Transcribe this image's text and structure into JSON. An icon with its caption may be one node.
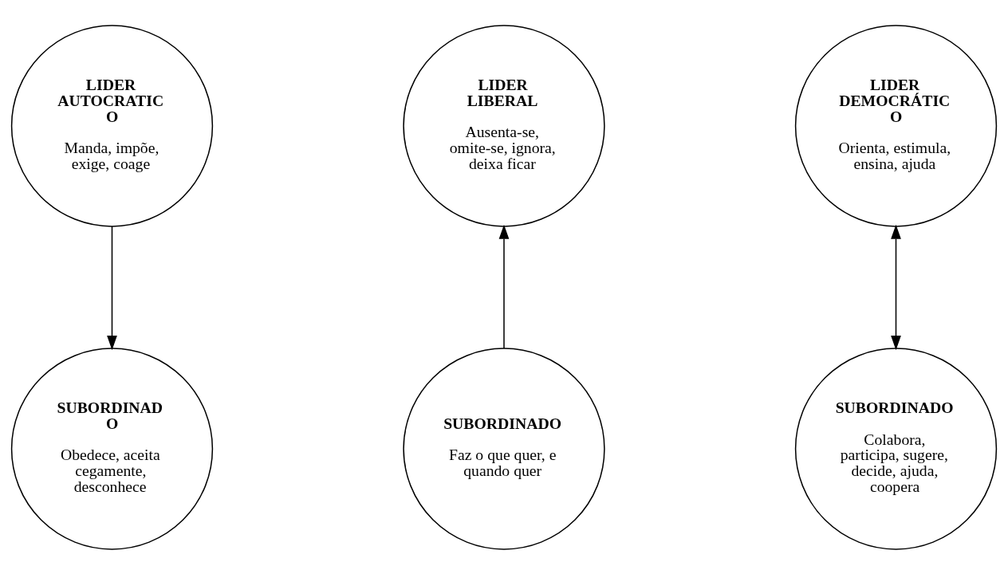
{
  "diagram": {
    "nodes": [
      {
        "text": [
          "LIDER AUTOCRATIC O",
          "Manda, impõe, exige, coage"
        ]
      },
      {
        "text": [
          "LIDER LIBERAL",
          "Ausenta-se, omite-se, ignora, deixa ficar"
        ]
      },
      {
        "text": [
          "LIDER DEMOCRÁTIC O",
          "Orienta, estimula, ensina, ajuda"
        ]
      },
      {
        "text": [
          "SUBORDINAD O",
          "Obedece, aceita cegamente, desconhece"
        ]
      },
      {
        "text": [
          "SUBORDINADO",
          "Faz o que quer, e quando quer"
        ]
      },
      {
        "text": [
          "SUBORDINADO",
          "Colabora, participa, sugere, decide, ajuda, coopera"
        ]
      }
    ],
    "edges": [
      {
        "from": 0,
        "to": 3,
        "arrow": "to"
      },
      {
        "from": 4,
        "to": 1,
        "arrow": "to"
      },
      {
        "from": 2,
        "to": 5,
        "arrow": "both"
      }
    ]
  }
}
